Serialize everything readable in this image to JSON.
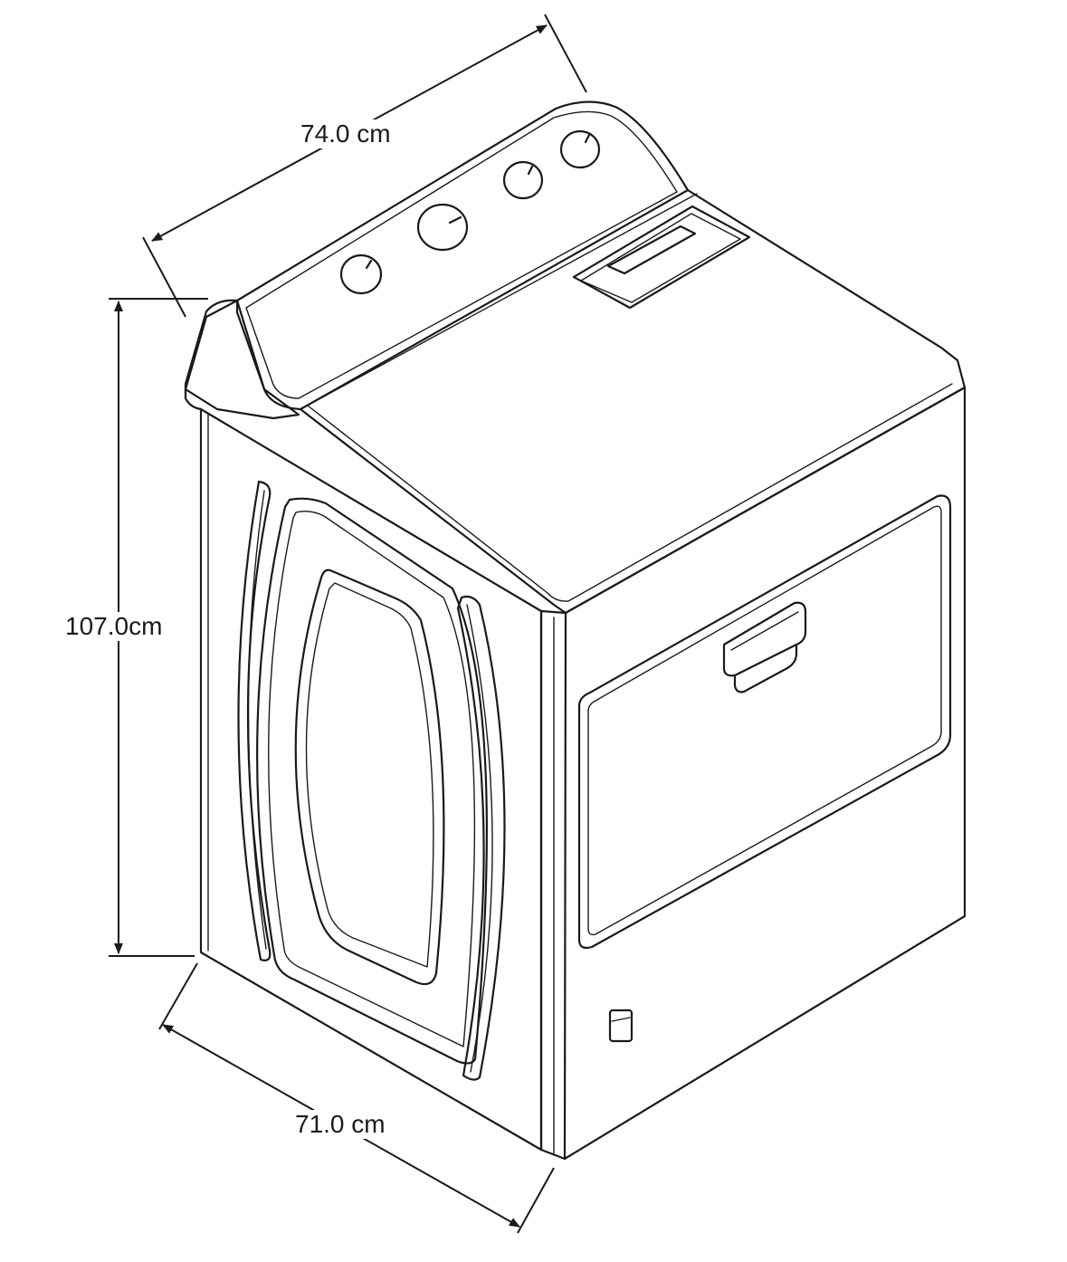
{
  "dimensions": {
    "width": "74.0 cm",
    "height": "107.0cm",
    "depth": "71.0 cm"
  },
  "colors": {
    "line": "#1a1a1a",
    "background": "#ffffff"
  }
}
